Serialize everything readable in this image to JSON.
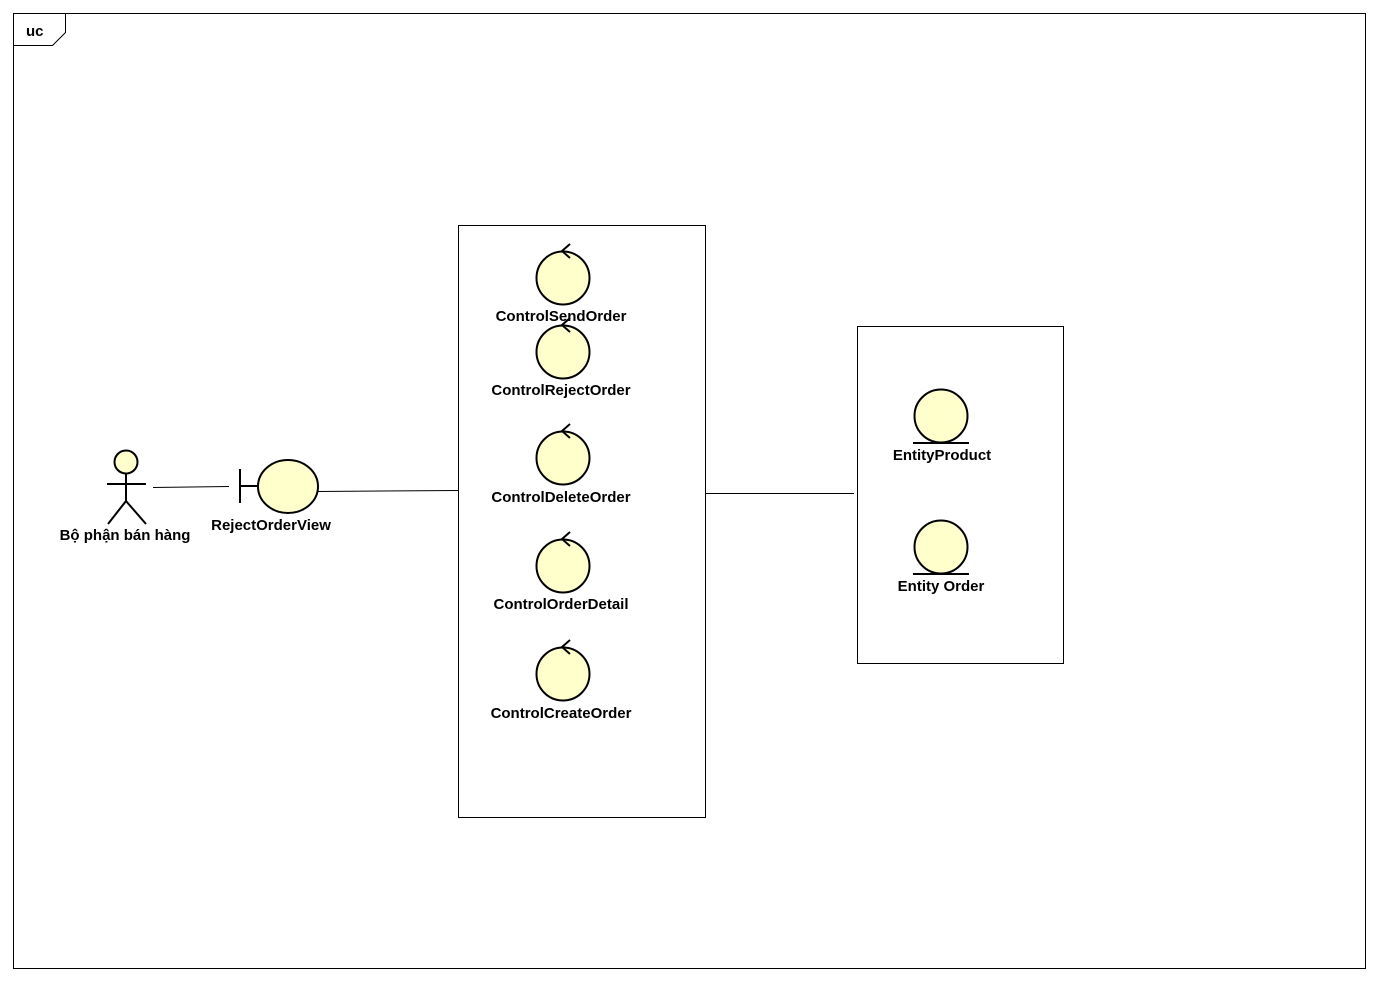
{
  "frame": {
    "label": "uc"
  },
  "colors": {
    "element_fill": "#FFFFCC",
    "stroke": "#000000",
    "background": "#FFFFFF"
  },
  "actor": {
    "label": "Bộ phận bán hàng",
    "icon": "stick-figure-actor-icon"
  },
  "boundary": {
    "label": "RejectOrderView",
    "icon": "boundary-icon"
  },
  "controls": [
    {
      "label": "ControlSendOrder",
      "icon": "control-icon"
    },
    {
      "label": "ControlRejectOrder",
      "icon": "control-icon"
    },
    {
      "label": "ControlDeleteOrder",
      "icon": "control-icon"
    },
    {
      "label": "ControlOrderDetail",
      "icon": "control-icon"
    },
    {
      "label": "ControlCreateOrder",
      "icon": "control-icon"
    }
  ],
  "entities": [
    {
      "label": "EntityProduct",
      "icon": "entity-icon"
    },
    {
      "label": "Entity Order",
      "icon": "entity-icon"
    }
  ]
}
